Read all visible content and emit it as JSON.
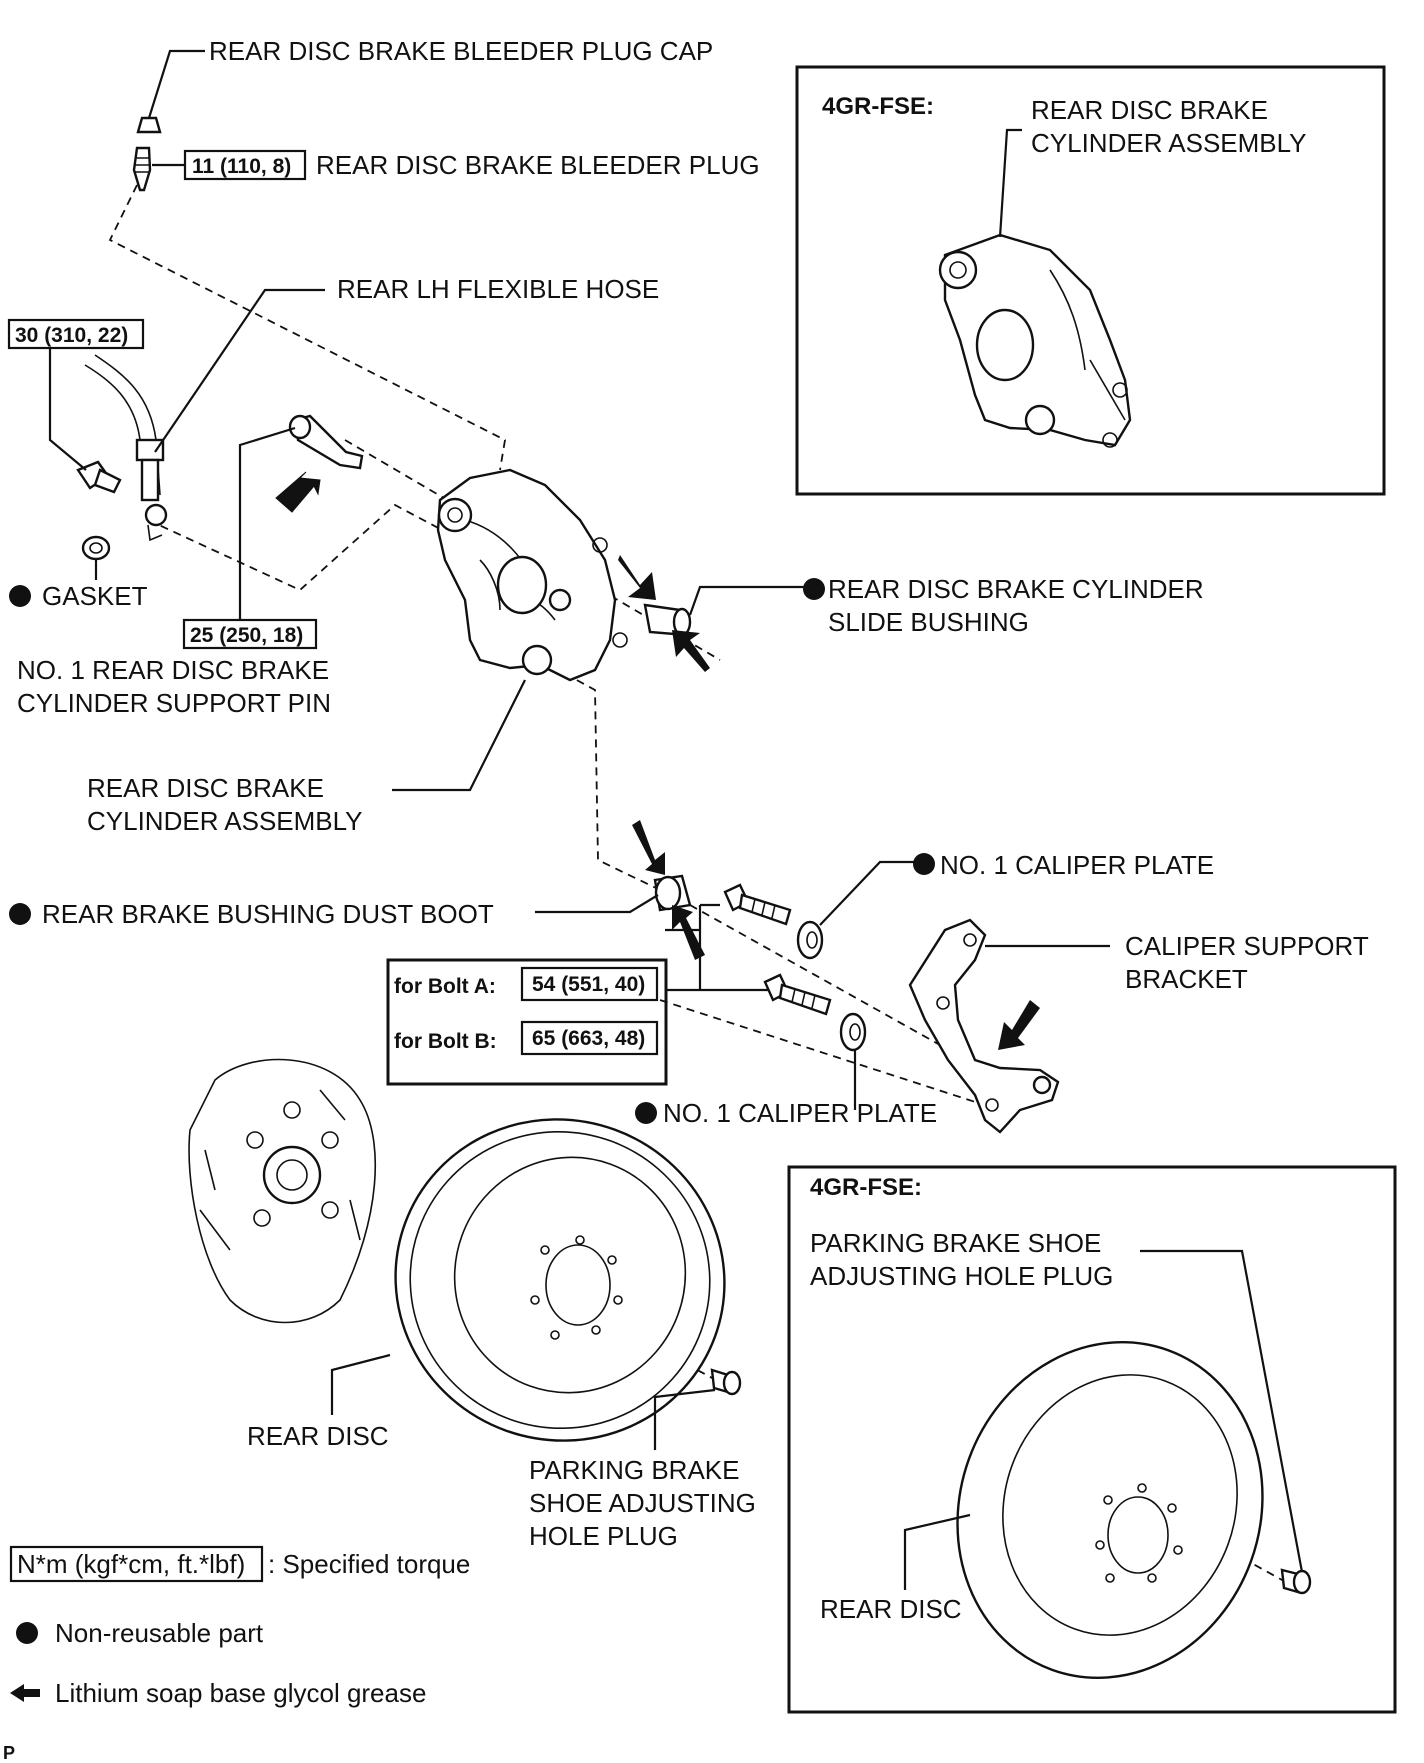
{
  "labels": {
    "bleeder_cap": "REAR DISC BRAKE BLEEDER PLUG CAP",
    "bleeder_plug": "REAR DISC BRAKE BLEEDER PLUG",
    "flex_hose": "REAR LH FLEXIBLE HOSE",
    "gasket": "GASKET",
    "support_pin_1": "NO. 1 REAR DISC BRAKE",
    "support_pin_2": "CYLINDER SUPPORT PIN",
    "cyl_assy_1": "REAR DISC BRAKE",
    "cyl_assy_2": "CYLINDER ASSEMBLY",
    "slide_bushing_1": "REAR DISC BRAKE CYLINDER",
    "slide_bushing_2": "SLIDE BUSHING",
    "dust_boot": "REAR BRAKE BUSHING DUST BOOT",
    "caliper_plate_top": "NO. 1 CALIPER PLATE",
    "caliper_plate_bottom": "NO. 1 CALIPER PLATE",
    "support_bracket_1": "CALIPER SUPPORT",
    "support_bracket_2": "BRACKET",
    "rear_disc": "REAR DISC",
    "hole_plug_1": "PARKING BRAKE",
    "hole_plug_2": "SHOE ADJUSTING",
    "hole_plug_3": "HOLE PLUG",
    "bolt_a": "for Bolt A:",
    "bolt_b": "for Bolt B:"
  },
  "torques": {
    "bleeder_plug": "11 (110, 8)",
    "flex_hose_bolt": "30 (310, 22)",
    "support_pin": "25 (250, 18)",
    "bolt_a": "54 (551, 40)",
    "bolt_b": "65 (663, 48)"
  },
  "inset_top": {
    "title": "4GR-FSE:",
    "label_1": "REAR DISC BRAKE",
    "label_2": "CYLINDER ASSEMBLY"
  },
  "inset_bottom": {
    "title": "4GR-FSE:",
    "label_1": "PARKING BRAKE SHOE",
    "label_2": "ADJUSTING HOLE PLUG",
    "label_3": "REAR DISC"
  },
  "legend": {
    "torque_unit": "N*m (kgf*cm, ft.*lbf)",
    "torque_text": ": Specified torque",
    "non_reusable": "Non-reusable part",
    "grease": "Lithium soap base glycol grease"
  },
  "corner_mark": "P"
}
